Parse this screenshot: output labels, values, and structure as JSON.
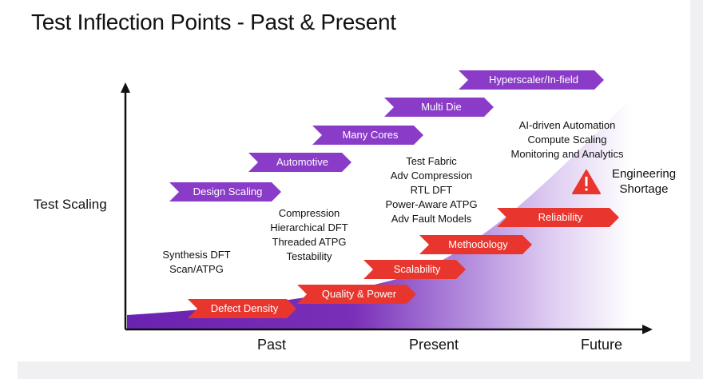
{
  "title": "Test Inflection Points - Past & Present",
  "y_axis_label": "Test Scaling",
  "x_axis_labels": [
    "Past",
    "Present",
    "Future"
  ],
  "colors": {
    "chevron_purple": "#8a3cc8",
    "chevron_red": "#e8362e",
    "area_purple": "#7a2fb8",
    "warning": "#e8362e"
  },
  "chevrons": [
    {
      "label": "Hyperscaler/In-field",
      "color": "purple"
    },
    {
      "label": "Multi Die",
      "color": "purple"
    },
    {
      "label": "Many Cores",
      "color": "purple"
    },
    {
      "label": "Automotive",
      "color": "purple"
    },
    {
      "label": "Design Scaling",
      "color": "purple"
    },
    {
      "label": "Reliability",
      "color": "red"
    },
    {
      "label": "Methodology",
      "color": "red"
    },
    {
      "label": "Scalability",
      "color": "red"
    },
    {
      "label": "Quality & Power",
      "color": "red"
    },
    {
      "label": "Defect Density",
      "color": "red"
    }
  ],
  "text_blocks": {
    "past_1": [
      "Synthesis DFT",
      "Scan/ATPG"
    ],
    "past_2": [
      "Compression",
      "Hierarchical DFT",
      "Threaded ATPG",
      "Testability"
    ],
    "present": [
      "Test Fabric",
      "Adv Compression",
      "RTL DFT",
      "Power-Aware ATPG",
      "Adv Fault Models"
    ],
    "future": [
      "AI-driven Automation",
      "Compute Scaling",
      "Monitoring and Analytics"
    ]
  },
  "warning": {
    "icon": "warning-triangle-icon",
    "label_1": "Engineering",
    "label_2": "Shortage"
  }
}
